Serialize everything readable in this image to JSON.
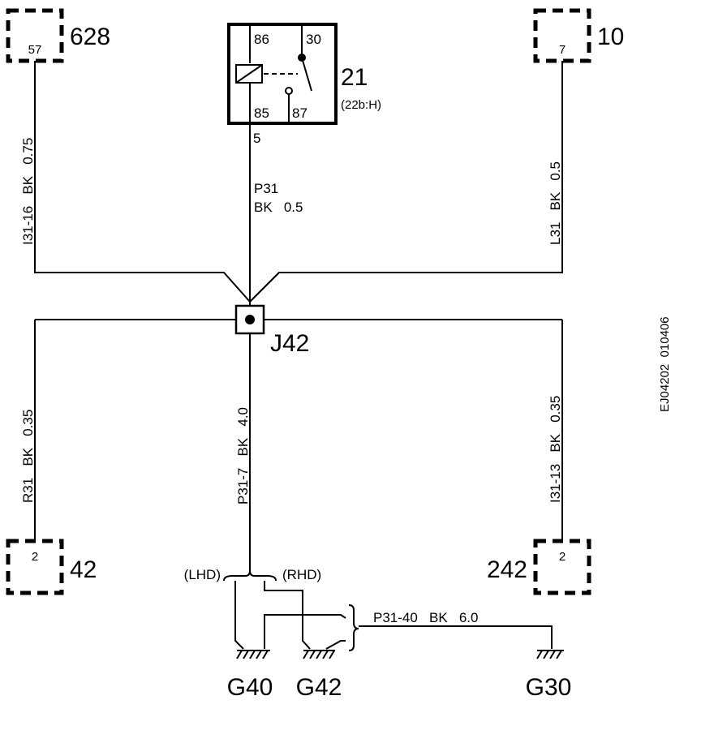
{
  "components": {
    "c628": {
      "id": "628",
      "pin": "57"
    },
    "c10": {
      "id": "10",
      "pin": "7"
    },
    "c42": {
      "id": "42",
      "pin": "2"
    },
    "c242": {
      "id": "242",
      "pin": "2"
    },
    "relay": {
      "id": "21",
      "ref": "(22b:H)",
      "pin86": "86",
      "pin30": "30",
      "pin85": "85",
      "pin87": "87",
      "pin_out": "5"
    }
  },
  "wires": {
    "w_628": "I31-16   BK   0.75",
    "w_10": "L31   BK   0.5",
    "w_42": "R31   BK   0.35",
    "w_242": "I31-13   BK   0.35",
    "w_relay_line1": "P31",
    "w_relay_line2": "BK   0.5",
    "w_main": "P31-7   BK   4.0",
    "w_ground": "P31-40   BK   6.0"
  },
  "splice": {
    "id": "J42"
  },
  "options": {
    "lhd": "(LHD)",
    "rhd": "(RHD)"
  },
  "grounds": {
    "g40": "G40",
    "g42": "G42",
    "g30": "G30"
  },
  "doc_id": "EJ04202  010406"
}
